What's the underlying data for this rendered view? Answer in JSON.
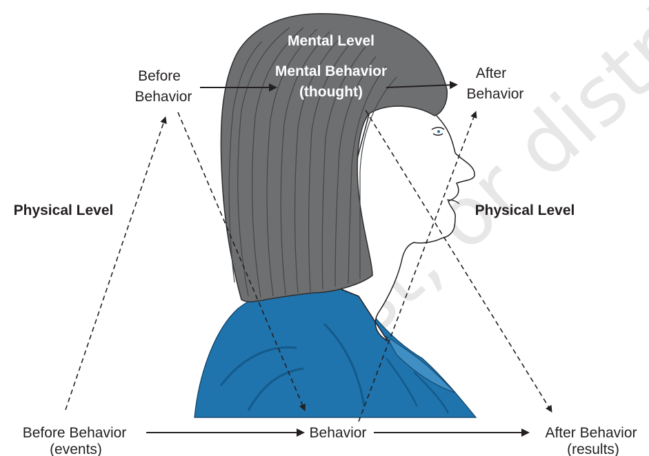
{
  "watermark": "post, or distrib",
  "labels": {
    "mental_level": "Mental Level",
    "mental_behavior_line1": "Mental Behavior",
    "mental_behavior_line2": "(thought)",
    "before_behavior_top_line1": "Before",
    "before_behavior_top_line2": "Behavior",
    "after_behavior_top_line1": "After",
    "after_behavior_top_line2": "Behavior",
    "physical_level_left": "Physical Level",
    "physical_level_right": "Physical Level",
    "before_behavior_bottom_line1": "Before Behavior",
    "before_behavior_bottom_line2": "(events)",
    "behavior_bottom": "Behavior",
    "after_behavior_bottom_line1": "After Behavior",
    "after_behavior_bottom_line2": "(results)"
  },
  "colors": {
    "hair": "#6e6f71",
    "hair_dark": "#4a4b4d",
    "shirt": "#1f74ad",
    "shirt_dark": "#145a8a",
    "skin": "#ffffff",
    "text": "#231f20",
    "arrow": "#231f20"
  }
}
